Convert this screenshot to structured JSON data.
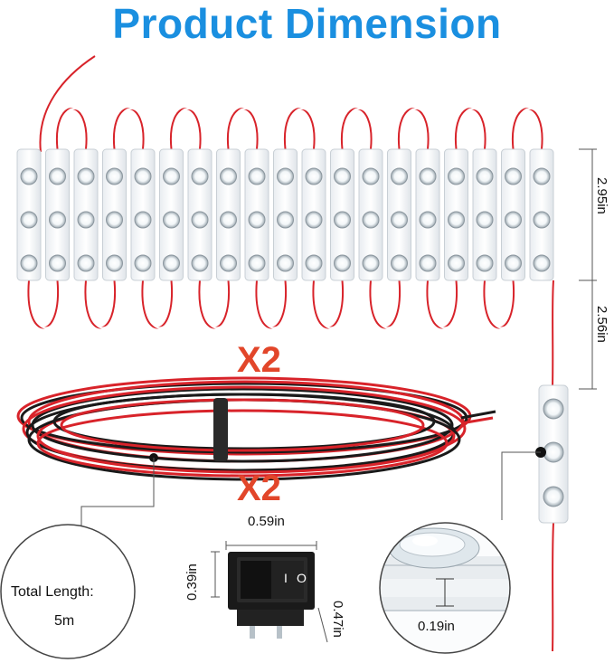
{
  "title": "Product Dimension",
  "colors": {
    "title": "#1a8fe0",
    "multiplier": "#e2462a",
    "wire_red": "#d8232a",
    "wire_black": "#1a1a1a",
    "module": "#f4f6f8"
  },
  "multipliers": {
    "cable": "X2",
    "switch": "X2"
  },
  "dimensions": {
    "module_height": "2.95in",
    "wire_gap": "2.56in",
    "switch_width": "0.59in",
    "switch_height": "0.39in",
    "switch_depth": "0.47in",
    "led_depth": "0.19in"
  },
  "cable_info": {
    "label": "Total Length",
    "separator": ":",
    "value": "5m"
  },
  "switch_markings": {
    "off": "O",
    "on": "I"
  }
}
